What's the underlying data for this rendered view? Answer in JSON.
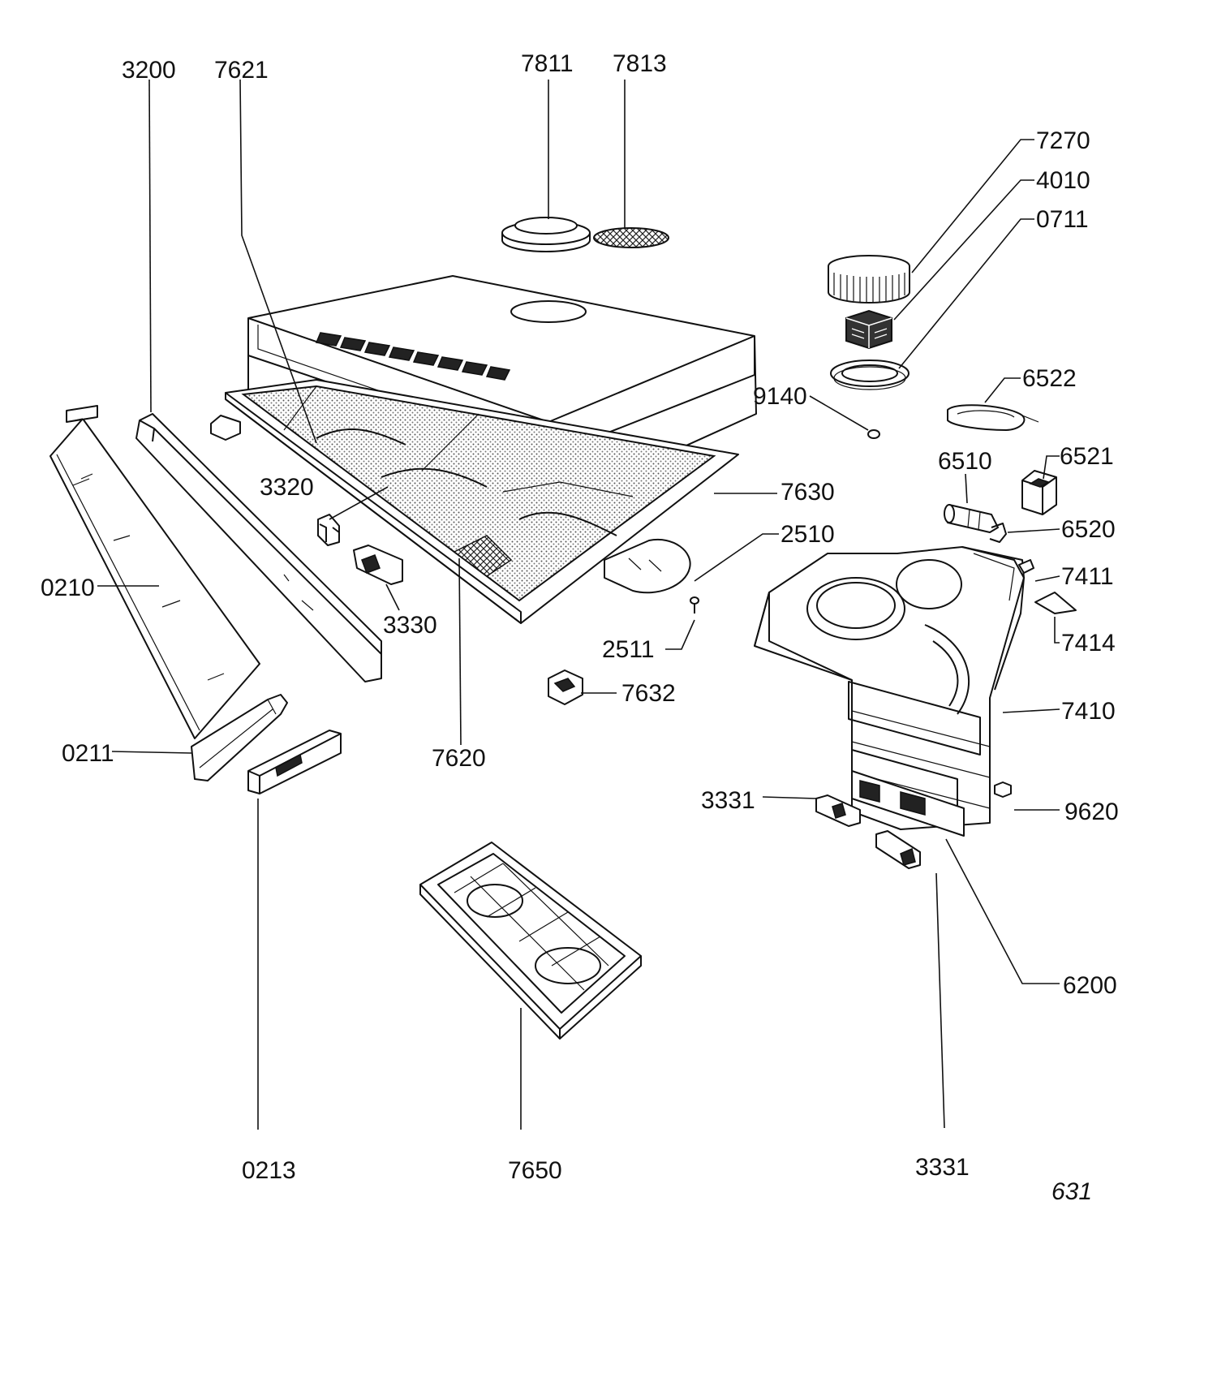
{
  "labels": {
    "p3200": "3200",
    "p7621": "7621",
    "p7811": "7811",
    "p7813": "7813",
    "p7270": "7270",
    "p4010": "4010",
    "p0711": "0711",
    "p6522": "6522",
    "p9140": "9140",
    "p6521": "6521",
    "p6510": "6510",
    "p3320": "3320",
    "p7630": "7630",
    "p6520": "6520",
    "p2510": "2510",
    "p7411": "7411",
    "p0210": "0210",
    "p3330": "3330",
    "p7414": "7414",
    "p2511": "2511",
    "p7632": "7632",
    "p7410": "7410",
    "p0211": "0211",
    "p7620": "7620",
    "p3331a": "3331",
    "p9620": "9620",
    "p6200": "6200",
    "p0213": "0213",
    "p7650": "7650",
    "p3331b": "3331"
  },
  "page_number": "631"
}
